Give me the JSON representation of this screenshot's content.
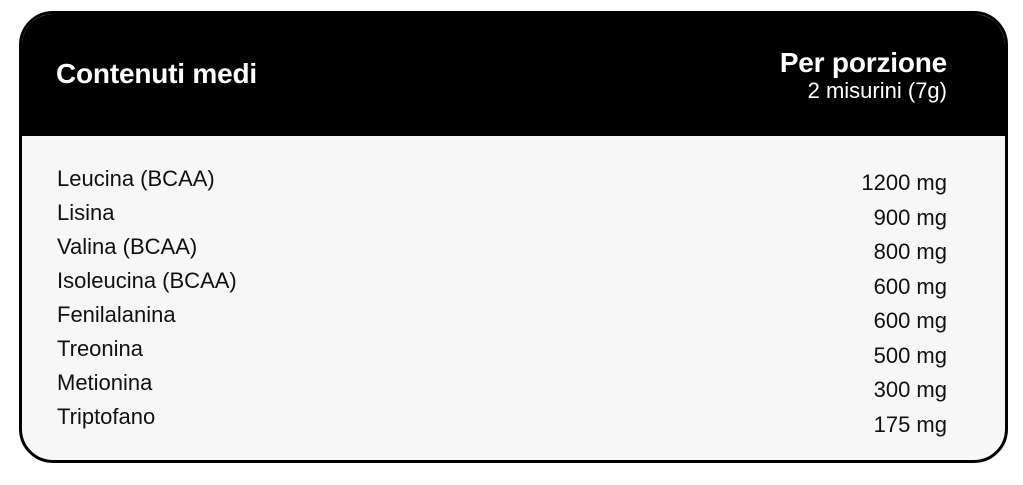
{
  "header": {
    "left_title": "Contenuti medi",
    "right_title": "Per porzione",
    "right_subtitle": "2 misurini (7g)"
  },
  "rows": [
    {
      "name": "Leucina (BCAA)",
      "value": "1200 mg"
    },
    {
      "name": "Lisina",
      "value": "900 mg"
    },
    {
      "name": "Valina (BCAA)",
      "value": "800 mg"
    },
    {
      "name": "Isoleucina (BCAA)",
      "value": "600 mg"
    },
    {
      "name": "Fenilalanina",
      "value": "600 mg"
    },
    {
      "name": "Treonina",
      "value": "500 mg"
    },
    {
      "name": "Metionina",
      "value": "300 mg"
    },
    {
      "name": "Triptofano",
      "value": "175 mg"
    }
  ],
  "colors": {
    "header_bg": "#000000",
    "header_text": "#ffffff",
    "body_bg": "#f7f7f7",
    "border": "#000000"
  }
}
